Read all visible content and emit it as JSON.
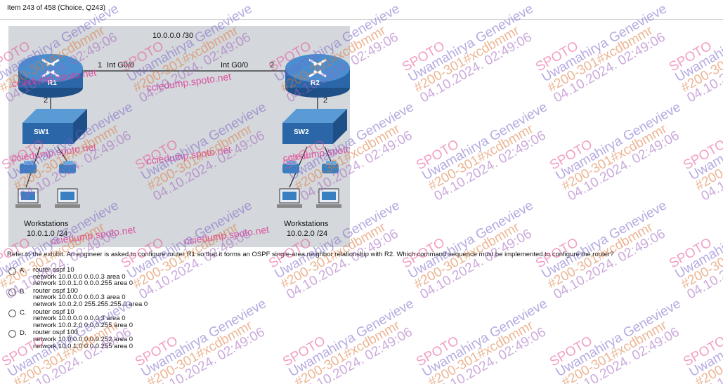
{
  "header": {
    "item_label": "Item 243 of 458",
    "item_meta": "(Choice, Q243)"
  },
  "exhibit": {
    "top_subnet": "10.0.0.0 /30",
    "r1_interface": "Int G0/0",
    "r1_num": "1",
    "r2_interface": "Int G0/0",
    "r2_num": "2",
    "r1_label": "R1",
    "r2_label": "R2",
    "r1_sw_port": "2",
    "r2_sw_port": "2",
    "sw1_label": "SW1",
    "sw2_label": "SW2",
    "left_ws_title": "Workstations",
    "left_ws_subnet": "10.0.1.0 /24",
    "right_ws_title": "Workstations",
    "right_ws_subnet": "10.0.2.0 /24",
    "watermark_text": "cciedump.spoto.net"
  },
  "question": "Refer to the exhibit. An engineer is asked to configure router R1 so that it forms an OSPF single-area neighbor relationship with R2. Which command sequence must be implemented to configure the router?",
  "options": [
    {
      "letter": "A.",
      "lines": [
        "router ospf 10",
        "network 10.0.0.0 0.0.0.3 area 0",
        "network 10.0.1.0 0.0.0.255 area 0"
      ]
    },
    {
      "letter": "B.",
      "lines": [
        "router ospf 100",
        "network 10.0.0.0 0.0.0.3 area 0",
        "network 10.0.2.0 255.255.255.0 area 0"
      ]
    },
    {
      "letter": "C.",
      "lines": [
        "router ospf 10",
        "network 10.0.0.0 0.0.0.3 area 0",
        "network 10.0.2.0 0.0.0.255 area 0"
      ]
    },
    {
      "letter": "D.",
      "lines": [
        "router ospf 100",
        "network 10.0.0.0 0.0.0.252 area 0",
        "network 10.0.1.0 0.0.0.255 area 0"
      ]
    }
  ],
  "watermark": {
    "lines": [
      "SPOTO",
      "Uwamahirya Genevieve",
      "#200-301#xcdbmmr",
      "04.10.2024. 02:49:06"
    ]
  }
}
